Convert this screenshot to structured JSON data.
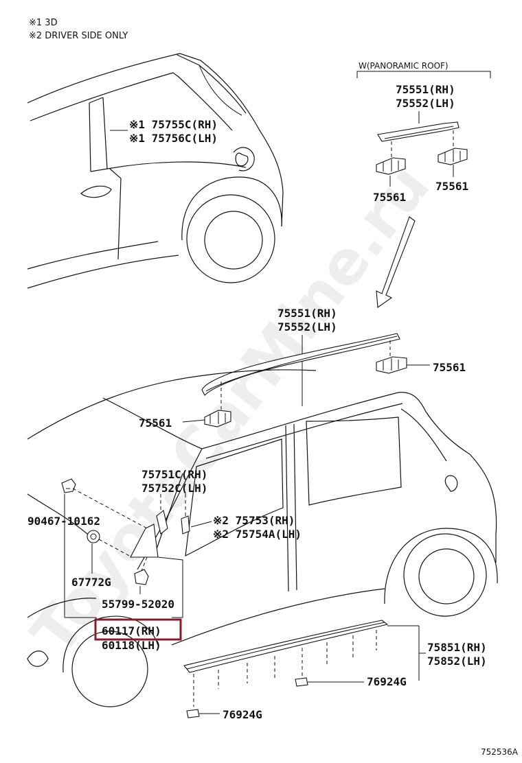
{
  "notes": {
    "note1": "※1 3D",
    "note2": "※2 DRIVER SIDE ONLY"
  },
  "panoramic_roof_label": "W(PANORAMIC ROOF)",
  "labels": {
    "roof_rail_top_rh": "75551(RH)",
    "roof_rail_top_lh": "75552(LH)",
    "clip_top_left": "75561",
    "clip_top_right": "75561",
    "pillar_rh": "※1 75755C(RH)",
    "pillar_lh": "※1 75756C(LH)",
    "roof_rail_main_rh": "75551(RH)",
    "roof_rail_main_lh": "75552(LH)",
    "clip_main_right": "75561",
    "clip_main_left": "75561",
    "garnish_rh": "75751C(RH)",
    "garnish_lh": "75752C(LH)",
    "emblem_rh": "※2 75753(RH)",
    "emblem_lh": "※2 75754A(LH)",
    "bolt": "90467-10162",
    "grommet": "67772G",
    "bracket": "55799-52020",
    "mirror_rh": "60117(RH)",
    "mirror_lh": "60118(LH)",
    "rocker_rh": "75851(RH)",
    "rocker_lh": "75852(LH)",
    "clip_rocker_right": "76924G",
    "clip_rocker_left": "76924G"
  },
  "diagram_code": "752536A",
  "watermark": "ToyotaCarMine.ru",
  "colors": {
    "line": "#111111",
    "highlight": "#8b1a2b",
    "watermark": "#cfcfcf"
  }
}
